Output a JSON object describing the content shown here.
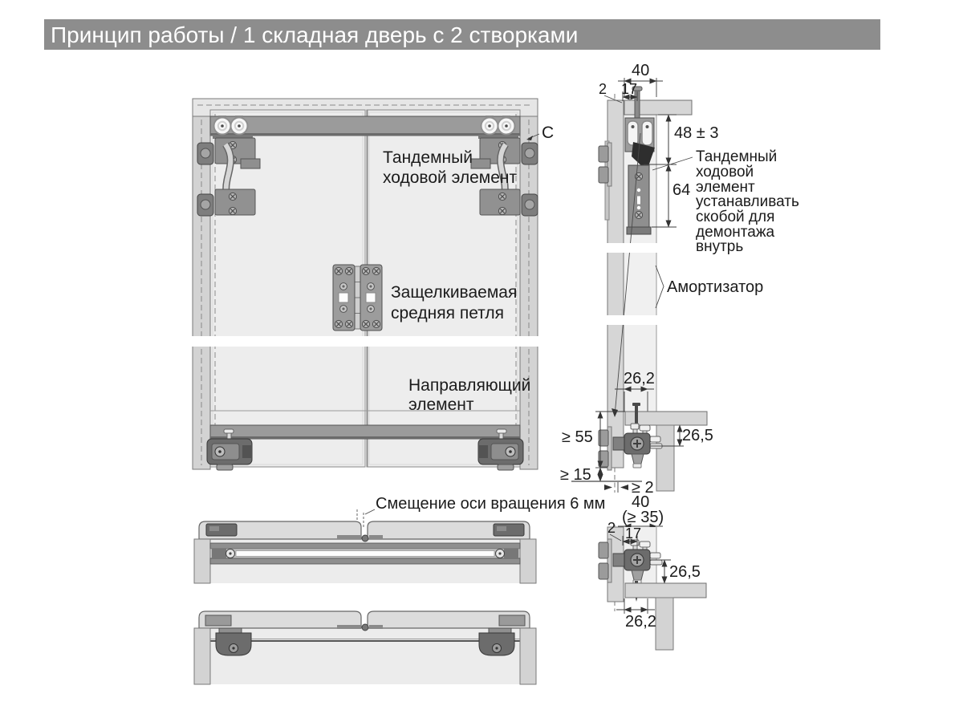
{
  "title": "Принцип работы / 1 складная дверь с 2 створками",
  "colors": {
    "banner": "#8d8d8d",
    "panel": "#ededed",
    "post": "#d3d3d3",
    "track": "#9b9b9b",
    "hardware": "#6c6c6c",
    "text": "#1b1b1b"
  },
  "front_view": {
    "tandem_label": [
      "Тандемный",
      "ходовой элемент"
    ],
    "hinge_label": [
      "Защелкиваемая",
      "средняя петля"
    ],
    "guide_label": [
      "Направляющий",
      "элемент"
    ],
    "section_mark": "C"
  },
  "side_view": {
    "dim_40": "40",
    "dim_2": "2",
    "dim_17": "17",
    "dim_48": "48 ± 3",
    "dim_64": "64",
    "note": [
      "Тандемный",
      "ходовой",
      "элемент",
      "устанавливать",
      "скобой для",
      "демонтажа",
      "внутрь"
    ],
    "damper_label": "Амортизатор",
    "dim_262": "26,2",
    "dim_265": "26,5",
    "dim_55": "≥ 55",
    "dim_15": "≥ 15",
    "dim_gap2": "≥ 2",
    "dim_40b": "40",
    "dim_35": "(≥ 35)"
  },
  "detail_view": {
    "dim_2": "2",
    "dim_17": "17",
    "dim_265": "26,5",
    "dim_262": "26,2"
  },
  "plan_view": {
    "offset_label": "Смещение оси вращения 6 мм"
  }
}
